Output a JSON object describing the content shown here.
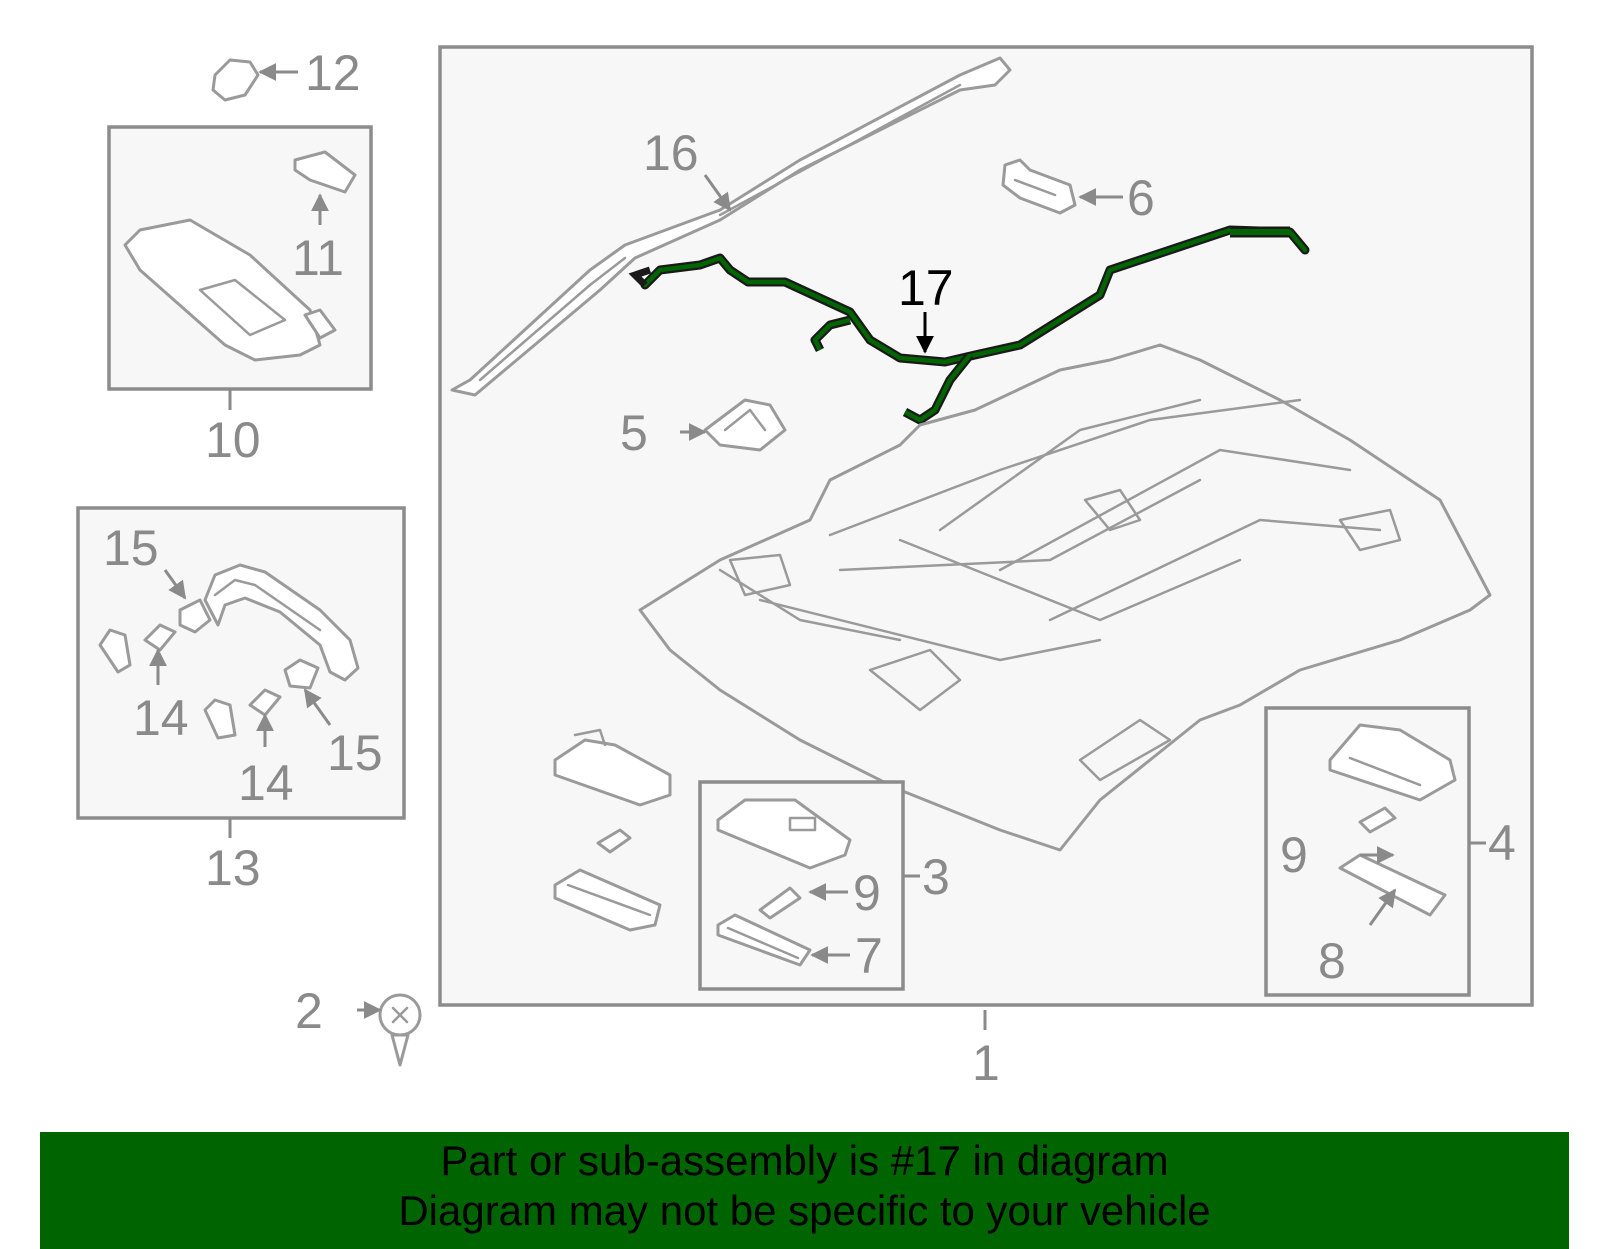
{
  "diagram": {
    "highlight_color": "#006400",
    "callouts": {
      "c1": "1",
      "c2": "2",
      "c3": "3",
      "c4": "4",
      "c5": "5",
      "c6": "6",
      "c7": "7",
      "c8": "8",
      "c9a": "9",
      "c9b": "9",
      "c10": "10",
      "c11": "11",
      "c12": "12",
      "c13": "13",
      "c14a": "14",
      "c14b": "14",
      "c15a": "15",
      "c15b": "15",
      "c16": "16",
      "c17": "17"
    }
  },
  "banner": {
    "line1": "Part or sub-assembly is #17 in diagram",
    "line2": "Diagram may not be specific to your vehicle",
    "background": "#006400"
  }
}
